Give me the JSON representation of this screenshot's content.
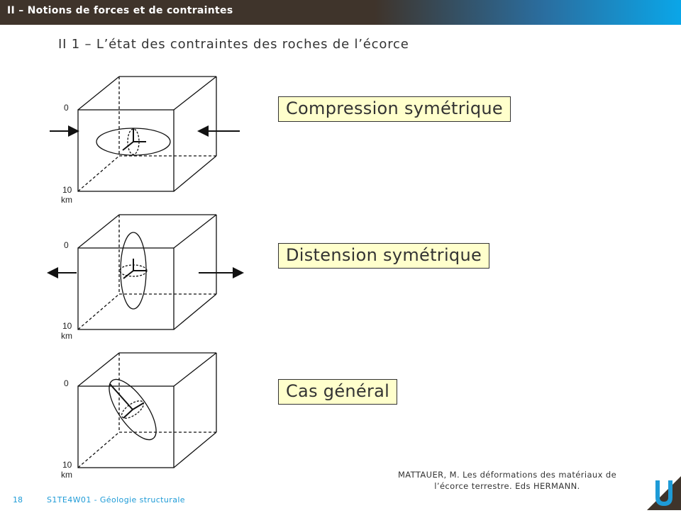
{
  "header": {
    "title": "II – Notions de forces et de contraintes"
  },
  "subtitle": "II 1 – L’état des contraintes des roches de l’écorce",
  "diagrams": [
    {
      "top_label": "0",
      "bottom_label": "10",
      "unit": "km"
    },
    {
      "top_label": "0",
      "bottom_label": "10",
      "unit": "km"
    },
    {
      "top_label": "0",
      "bottom_label": "10",
      "unit": "km"
    }
  ],
  "labels": {
    "compression": "Compression symétrique",
    "distension": "Distension symétrique",
    "general": "Cas général"
  },
  "citation": {
    "line1": "MATTAUER, M. Les déformations des matériaux de",
    "line2": "l’écorce terrestre. Eds HERMANN."
  },
  "footer": {
    "page_number": "18",
    "course": "S1TE4W01 - Géologie structurale"
  },
  "colors": {
    "header_dark": "#3f342b",
    "header_blue": "#0aa6e8",
    "label_fill": "#ffffcc",
    "footer_text": "#1e9bd7",
    "logo_blue": "#1e9bd7"
  }
}
